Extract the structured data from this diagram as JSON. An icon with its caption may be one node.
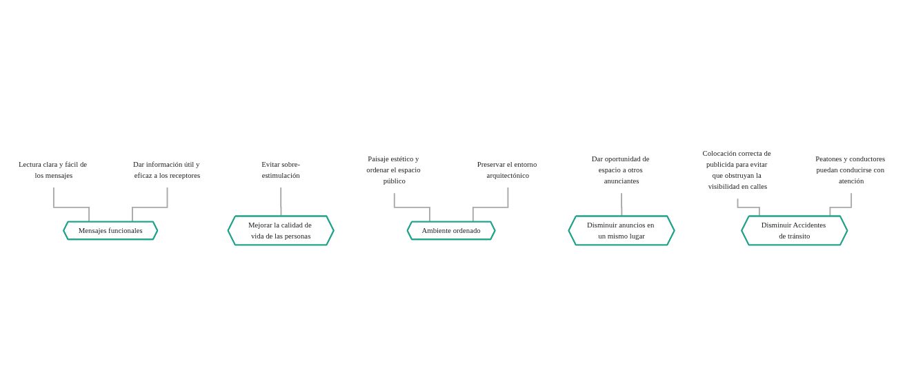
{
  "diagram": {
    "nodes": [
      {
        "text": [
          "Lectura clara y fácil de los mensajes"
        ]
      },
      {
        "text": [
          "Dar información útil y eficaz a los receptores"
        ]
      },
      {
        "text": [
          "Mensajes funcionales"
        ]
      },
      {
        "text": [
          "Evitar sobre-estimulación"
        ]
      },
      {
        "text": [
          "Mejorar la calidad de vida de las personas"
        ]
      },
      {
        "text": [
          "Paisaje estético y ordenar el espacio público"
        ]
      },
      {
        "text": [
          "Preservar el entorno arquitectónico"
        ]
      },
      {
        "text": [
          "Ambiente ordenado"
        ]
      },
      {
        "text": [
          "Dar oportunidad de espacio a otros anunciantes"
        ]
      },
      {
        "text": [
          "Disminuir anuncios en un mismo lugar"
        ]
      },
      {
        "text": [
          "Colocación correcta de publicida para evitar que obstruyan la visibilidad en calles"
        ]
      },
      {
        "text": [
          "Peatones y conductores puedan conducirse con atención"
        ]
      },
      {
        "text": [
          "Disminuir Accidentes de tránsito"
        ]
      }
    ],
    "edges": [
      {
        "from": 0,
        "to": 2,
        "arrow": "none"
      },
      {
        "from": 1,
        "to": 2,
        "arrow": "none"
      },
      {
        "from": 3,
        "to": 4,
        "arrow": "none"
      },
      {
        "from": 5,
        "to": 7,
        "arrow": "none"
      },
      {
        "from": 6,
        "to": 7,
        "arrow": "none"
      },
      {
        "from": 8,
        "to": 9,
        "arrow": "none"
      },
      {
        "from": 10,
        "to": 12,
        "arrow": "none"
      },
      {
        "from": 11,
        "to": 12,
        "arrow": "none"
      }
    ]
  }
}
